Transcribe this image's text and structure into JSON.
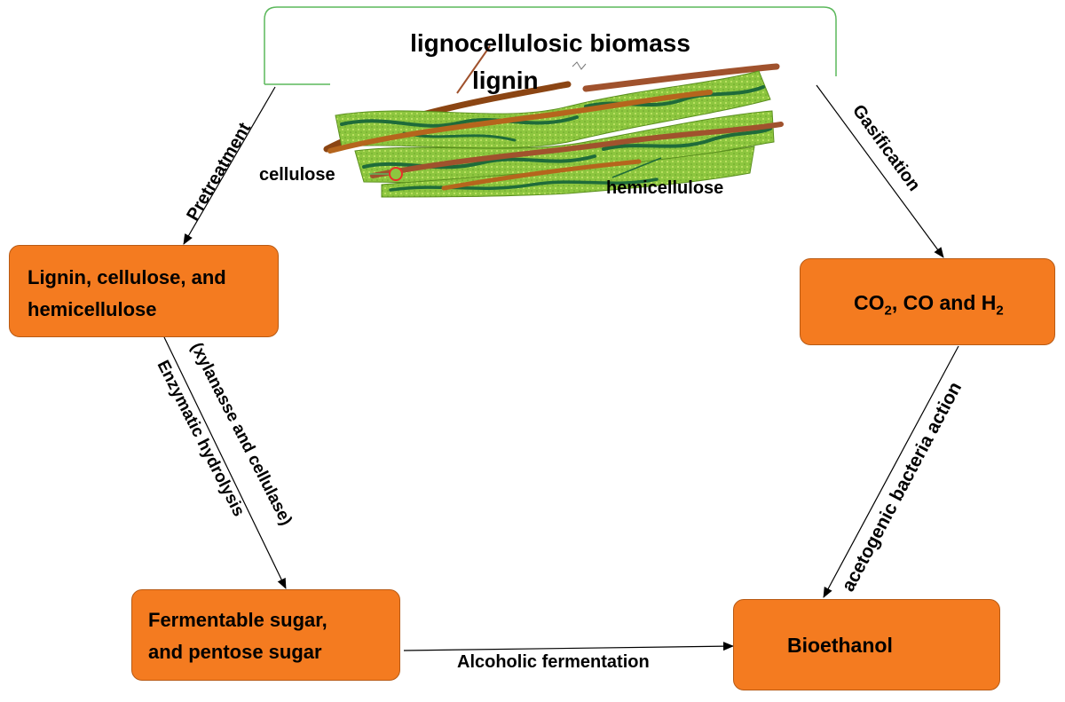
{
  "colors": {
    "node_fill": "#f47b20",
    "node_border": "#b85a14",
    "bracket": "#5cb85c",
    "fiber_green": "#8dc63f",
    "lignin_brown": "#a0522d",
    "hemicellulose_dark": "#1f6b3a",
    "arrow": "#000000"
  },
  "source": {
    "title": "lignocellulosic biomass",
    "labels": {
      "lignin": "lignin",
      "cellulose": "cellulose",
      "hemicellulose": "hemicellulose"
    }
  },
  "nodes": {
    "fractions": {
      "line1": "Lignin, cellulose, and",
      "line2": "hemicellulose"
    },
    "gas": {
      "co2": "CO",
      "sub2": "2",
      "rest": ", CO and H",
      "subH": "2"
    },
    "sugar": {
      "line1": "Fermentable sugar,",
      "line2": "and pentose sugar"
    },
    "bioethanol": {
      "label": "Bioethanol"
    }
  },
  "edges": {
    "pretreatment": "Pretreatment",
    "gasification": "Gasification",
    "enzymatic_line1": "Enzymatic hydrolysis",
    "enzymatic_line2": "(xylanasse and cellulase)",
    "acetogenic": "acetogenic bacteria action",
    "fermentation": "Alcoholic fermentation"
  }
}
